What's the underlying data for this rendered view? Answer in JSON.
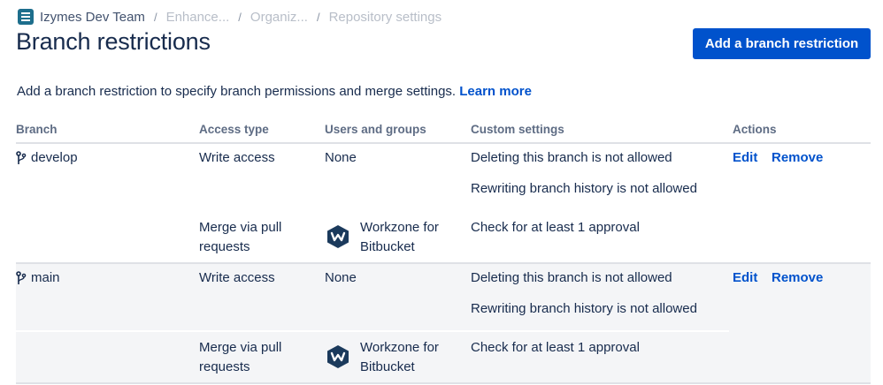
{
  "breadcrumbs": {
    "team": "Izymes Dev Team",
    "separator": "/",
    "faded_items": [
      "Enhance...",
      "Organiz...",
      "Repository settings"
    ]
  },
  "page": {
    "title": "Branch restrictions",
    "add_button": "Add a branch restriction",
    "description": "Add a branch restriction to specify branch permissions and merge settings.",
    "learn_more": "Learn more"
  },
  "table": {
    "headers": {
      "branch": "Branch",
      "access_type": "Access type",
      "users_groups": "Users and groups",
      "custom_settings": "Custom settings",
      "actions": "Actions"
    },
    "rows": [
      {
        "branch": "develop",
        "write_access": "Write access",
        "write_users": "None",
        "setting_delete": "Deleting this branch is not allowed",
        "setting_rewrite": "Rewriting branch history is not allowed",
        "merge_line1": "Merge via pull",
        "merge_line2": "requests",
        "app_line1": "Workzone for",
        "app_line2": "Bitbucket",
        "merge_setting": "Check for at least 1 approval",
        "edit": "Edit",
        "remove": "Remove"
      },
      {
        "branch": "main",
        "write_access": "Write access",
        "write_users": "None",
        "setting_delete": "Deleting this branch is not allowed",
        "setting_rewrite": "Rewriting branch history is not allowed",
        "merge_line1": "Merge via pull",
        "merge_line2": "requests",
        "app_line1": "Workzone for",
        "app_line2": "Bitbucket",
        "merge_setting": "Check for at least 1 approval",
        "edit": "Edit",
        "remove": "Remove"
      }
    ]
  },
  "colors": {
    "primary": "#0052cc",
    "text": "#172b4d",
    "subtle_text": "#5e6c84",
    "alt_row": "#f4f5f7",
    "workzone_icon": "#1b3a5c"
  },
  "icons": {
    "team": "team-logo-icon",
    "branch": "branch-icon",
    "app": "workzone-logo-icon"
  }
}
